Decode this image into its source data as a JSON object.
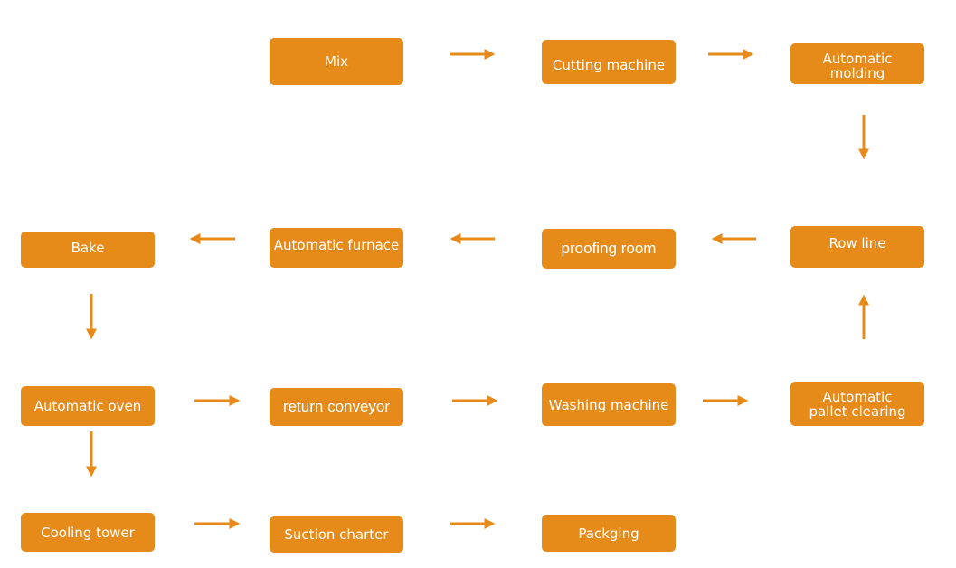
{
  "colors": {
    "box_fill": "#e68b1a",
    "box_text": "#ffffff",
    "arrow": "#e68b1a",
    "background": "#ffffff"
  },
  "steps": {
    "mix": "Mix",
    "cutting_machine": "Cutting machine",
    "automatic_molding": "Automatic molding",
    "row_line": "Row line",
    "proofing_room": "proofing room",
    "automatic_furnace": "Automatic furnace",
    "bake": "Bake",
    "automatic_oven": "Automatic oven",
    "return_conveyor": "return conveyor",
    "washing_machine": "Washing machine",
    "automatic_pallet_clearing": "Automatic\npallet clearing",
    "cooling_tower": "Cooling tower",
    "suction_charter": "Suction charter",
    "packging": "Packging"
  },
  "connections": [
    [
      "mix",
      "cutting_machine"
    ],
    [
      "cutting_machine",
      "automatic_molding"
    ],
    [
      "automatic_molding",
      "row_line"
    ],
    [
      "row_line",
      "proofing_room"
    ],
    [
      "proofing_room",
      "automatic_furnace"
    ],
    [
      "automatic_furnace",
      "bake"
    ],
    [
      "bake",
      "automatic_oven"
    ],
    [
      "automatic_oven",
      "return_conveyor"
    ],
    [
      "return_conveyor",
      "washing_machine"
    ],
    [
      "washing_machine",
      "automatic_pallet_clearing"
    ],
    [
      "automatic_pallet_clearing",
      "row_line"
    ],
    [
      "automatic_oven",
      "cooling_tower"
    ],
    [
      "cooling_tower",
      "suction_charter"
    ],
    [
      "suction_charter",
      "packging"
    ]
  ]
}
